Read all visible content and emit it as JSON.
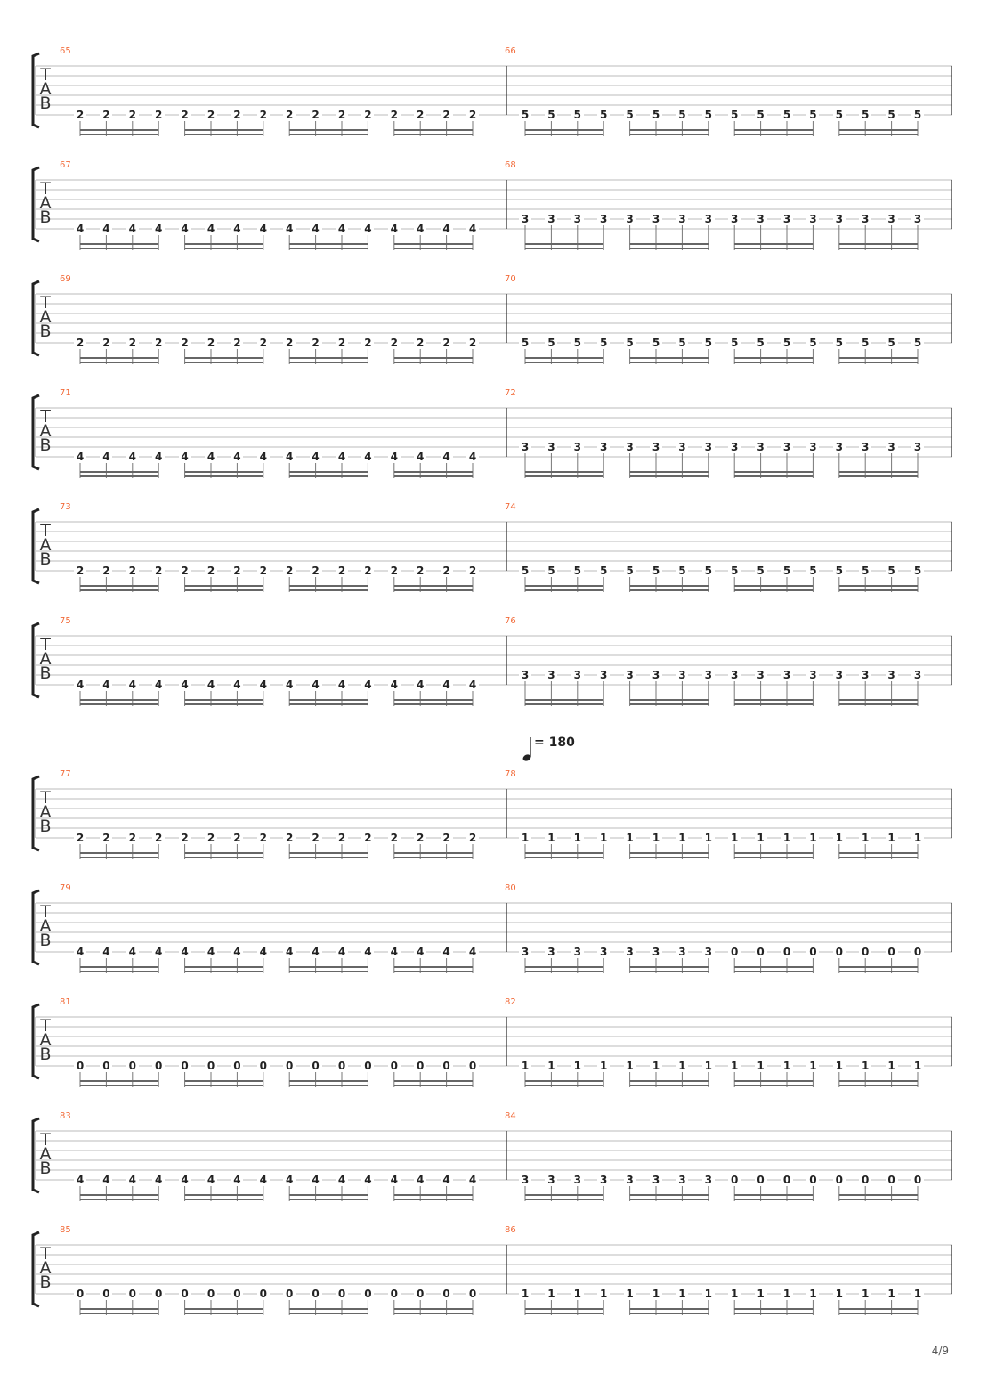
{
  "tab_clef": [
    "T",
    "A",
    "B"
  ],
  "tempo": {
    "symbol": "quarter-note",
    "label": "= 180"
  },
  "tempo_before_measure": "78",
  "page_number": "4/9",
  "colors": {
    "measure_number": "#f26b3a",
    "staff": "#bbbbbb",
    "text": "#222222"
  },
  "systems": [
    [
      {
        "number": "65",
        "string": 6,
        "notes": [
          "2",
          "2",
          "2",
          "2",
          "2",
          "2",
          "2",
          "2",
          "2",
          "2",
          "2",
          "2",
          "2",
          "2",
          "2",
          "2"
        ]
      },
      {
        "number": "66",
        "string": 6,
        "notes": [
          "5",
          "5",
          "5",
          "5",
          "5",
          "5",
          "5",
          "5",
          "5",
          "5",
          "5",
          "5",
          "5",
          "5",
          "5",
          "5"
        ]
      }
    ],
    [
      {
        "number": "67",
        "string": 6,
        "notes": [
          "4",
          "4",
          "4",
          "4",
          "4",
          "4",
          "4",
          "4",
          "4",
          "4",
          "4",
          "4",
          "4",
          "4",
          "4",
          "4"
        ]
      },
      {
        "number": "68",
        "string": 5,
        "notes": [
          "3",
          "3",
          "3",
          "3",
          "3",
          "3",
          "3",
          "3",
          "3",
          "3",
          "3",
          "3",
          "3",
          "3",
          "3",
          "3"
        ]
      }
    ],
    [
      {
        "number": "69",
        "string": 6,
        "notes": [
          "2",
          "2",
          "2",
          "2",
          "2",
          "2",
          "2",
          "2",
          "2",
          "2",
          "2",
          "2",
          "2",
          "2",
          "2",
          "2"
        ]
      },
      {
        "number": "70",
        "string": 6,
        "notes": [
          "5",
          "5",
          "5",
          "5",
          "5",
          "5",
          "5",
          "5",
          "5",
          "5",
          "5",
          "5",
          "5",
          "5",
          "5",
          "5"
        ]
      }
    ],
    [
      {
        "number": "71",
        "string": 6,
        "notes": [
          "4",
          "4",
          "4",
          "4",
          "4",
          "4",
          "4",
          "4",
          "4",
          "4",
          "4",
          "4",
          "4",
          "4",
          "4",
          "4"
        ]
      },
      {
        "number": "72",
        "string": 5,
        "notes": [
          "3",
          "3",
          "3",
          "3",
          "3",
          "3",
          "3",
          "3",
          "3",
          "3",
          "3",
          "3",
          "3",
          "3",
          "3",
          "3"
        ]
      }
    ],
    [
      {
        "number": "73",
        "string": 6,
        "notes": [
          "2",
          "2",
          "2",
          "2",
          "2",
          "2",
          "2",
          "2",
          "2",
          "2",
          "2",
          "2",
          "2",
          "2",
          "2",
          "2"
        ]
      },
      {
        "number": "74",
        "string": 6,
        "notes": [
          "5",
          "5",
          "5",
          "5",
          "5",
          "5",
          "5",
          "5",
          "5",
          "5",
          "5",
          "5",
          "5",
          "5",
          "5",
          "5"
        ]
      }
    ],
    [
      {
        "number": "75",
        "string": 6,
        "notes": [
          "4",
          "4",
          "4",
          "4",
          "4",
          "4",
          "4",
          "4",
          "4",
          "4",
          "4",
          "4",
          "4",
          "4",
          "4",
          "4"
        ]
      },
      {
        "number": "76",
        "string": 5,
        "notes": [
          "3",
          "3",
          "3",
          "3",
          "3",
          "3",
          "3",
          "3",
          "3",
          "3",
          "3",
          "3",
          "3",
          "3",
          "3",
          "3"
        ]
      }
    ],
    [
      {
        "number": "77",
        "string": 6,
        "notes": [
          "2",
          "2",
          "2",
          "2",
          "2",
          "2",
          "2",
          "2",
          "2",
          "2",
          "2",
          "2",
          "2",
          "2",
          "2",
          "2"
        ]
      },
      {
        "number": "78",
        "string": 6,
        "notes": [
          "1",
          "1",
          "1",
          "1",
          "1",
          "1",
          "1",
          "1",
          "1",
          "1",
          "1",
          "1",
          "1",
          "1",
          "1",
          "1"
        ]
      }
    ],
    [
      {
        "number": "79",
        "string": 6,
        "notes": [
          "4",
          "4",
          "4",
          "4",
          "4",
          "4",
          "4",
          "4",
          "4",
          "4",
          "4",
          "4",
          "4",
          "4",
          "4",
          "4"
        ]
      },
      {
        "number": "80",
        "string": 6,
        "notes": [
          "3",
          "3",
          "3",
          "3",
          "3",
          "3",
          "3",
          "3",
          "0",
          "0",
          "0",
          "0",
          "0",
          "0",
          "0",
          "0"
        ]
      }
    ],
    [
      {
        "number": "81",
        "string": 6,
        "notes": [
          "0",
          "0",
          "0",
          "0",
          "0",
          "0",
          "0",
          "0",
          "0",
          "0",
          "0",
          "0",
          "0",
          "0",
          "0",
          "0"
        ]
      },
      {
        "number": "82",
        "string": 6,
        "notes": [
          "1",
          "1",
          "1",
          "1",
          "1",
          "1",
          "1",
          "1",
          "1",
          "1",
          "1",
          "1",
          "1",
          "1",
          "1",
          "1"
        ]
      }
    ],
    [
      {
        "number": "83",
        "string": 6,
        "notes": [
          "4",
          "4",
          "4",
          "4",
          "4",
          "4",
          "4",
          "4",
          "4",
          "4",
          "4",
          "4",
          "4",
          "4",
          "4",
          "4"
        ]
      },
      {
        "number": "84",
        "string": 6,
        "notes": [
          "3",
          "3",
          "3",
          "3",
          "3",
          "3",
          "3",
          "3",
          "0",
          "0",
          "0",
          "0",
          "0",
          "0",
          "0",
          "0"
        ]
      }
    ],
    [
      {
        "number": "85",
        "string": 6,
        "notes": [
          "0",
          "0",
          "0",
          "0",
          "0",
          "0",
          "0",
          "0",
          "0",
          "0",
          "0",
          "0",
          "0",
          "0",
          "0",
          "0"
        ]
      },
      {
        "number": "86",
        "string": 6,
        "notes": [
          "1",
          "1",
          "1",
          "1",
          "1",
          "1",
          "1",
          "1",
          "1",
          "1",
          "1",
          "1",
          "1",
          "1",
          "1",
          "1"
        ]
      }
    ]
  ]
}
